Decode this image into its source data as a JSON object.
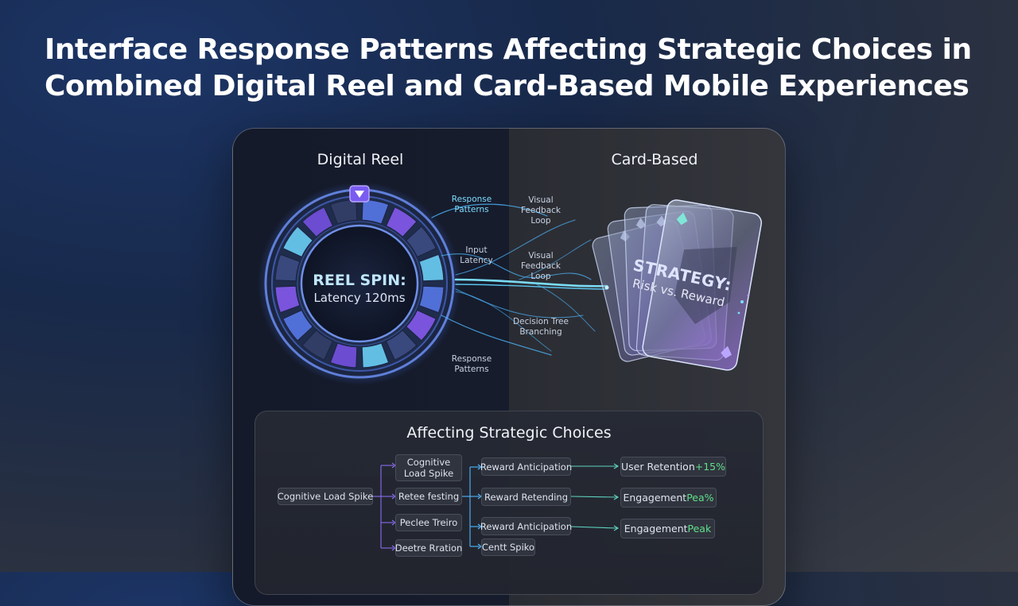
{
  "title": {
    "line1": "Interface Response Patterns Affecting Strategic Choices in",
    "line2": "Combined Digital Reel and Card-Based Mobile Experiences"
  },
  "panel": {
    "left_label": "Digital Reel",
    "right_label": "Card-Based",
    "reel": {
      "main": "REEL SPIN:",
      "sub": "Latency 120ms"
    },
    "connector_labels": {
      "response_top": [
        "Response",
        "Patterns"
      ],
      "input_latency": [
        "Input",
        "Latency"
      ],
      "response_bottom": [
        "Response",
        "Patterns"
      ],
      "visual_top": [
        "Visual",
        "Feedback",
        "Loop"
      ],
      "visual_mid": [
        "Visual",
        "Feedback",
        "Loop"
      ],
      "decision": [
        "Decision Tree",
        "Branching"
      ]
    },
    "card": {
      "line1": "STRATEGY:",
      "line2": "Risk vs. Reward"
    }
  },
  "flow": {
    "title": "Affecting Strategic Choices",
    "root": "Cognitive Load Spike",
    "col1": [
      [
        "Cognitive",
        "Load Spike"
      ],
      [
        "Retee festing"
      ],
      [
        "Peclee Treiro"
      ],
      [
        "Deetre Rration"
      ]
    ],
    "col2": [
      "Reward Anticipation",
      "Reward Retending",
      "Reward Anticipation",
      "Centt Spiko"
    ],
    "outcomes": [
      {
        "text": "User Retention ",
        "highlight": "+15%"
      },
      {
        "text": "Engagement ",
        "highlight": "Pea%"
      },
      {
        "text": "Engagement ",
        "highlight": "Peak"
      }
    ]
  },
  "colors": {
    "accent_cyan": "#5fd4ff",
    "accent_purple": "#8a5cf6",
    "highlight_green": "#5fe08a"
  }
}
